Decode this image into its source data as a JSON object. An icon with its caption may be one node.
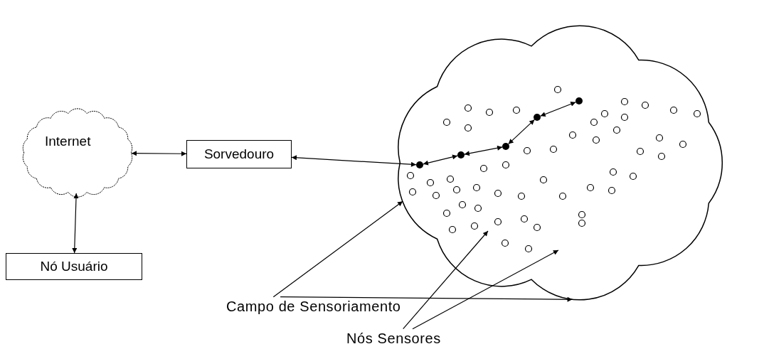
{
  "diagram": {
    "nodes": [
      {
        "text": [
          "Internet"
        ]
      },
      {
        "text": [
          "Sorvedouro"
        ]
      },
      {
        "text": [
          "Nó Usuário"
        ]
      },
      {
        "text": [],
        "shape": "cloud"
      },
      {
        "text": [],
        "shape": "circle",
        "in": 3
      },
      {
        "text": [],
        "shape": "circle",
        "in": 3
      },
      {
        "text": [],
        "shape": "circle",
        "in": 3
      },
      {
        "text": [],
        "shape": "circle",
        "in": 3
      },
      {
        "text": [],
        "shape": "circle",
        "in": 3
      },
      {
        "text": [
          "Campo de Sensoriamento"
        ]
      },
      {
        "text": [
          "Nós Sensores"
        ]
      }
    ],
    "edges": [
      {
        "from": 1,
        "to": 0,
        "arrow": "both"
      },
      {
        "from": 0,
        "to": 2,
        "arrow": "both"
      },
      {
        "from": 1,
        "to": 4,
        "arrow": "both"
      },
      {
        "from": 4,
        "to": 5,
        "arrow": "both"
      },
      {
        "from": 5,
        "to": 6,
        "arrow": "both"
      },
      {
        "from": 6,
        "to": 7,
        "arrow": "both"
      },
      {
        "from": 7,
        "to": 8,
        "arrow": "both"
      },
      {
        "from": 9,
        "to": 3,
        "arrow": "to"
      },
      {
        "from": 9,
        "to": 3,
        "arrow": "to"
      },
      {
        "from": 10,
        "to": null,
        "arrow": "to"
      },
      {
        "from": 10,
        "to": null,
        "arrow": "to"
      }
    ]
  }
}
